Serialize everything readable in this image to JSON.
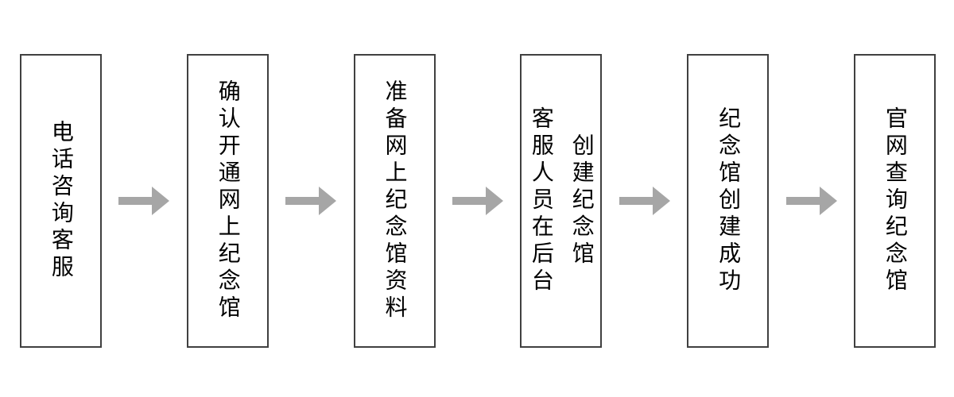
{
  "diagram": {
    "type": "flowchart",
    "direction": "left-to-right",
    "steps": [
      {
        "label": "电话咨询客服",
        "line1": "电话咨询客服",
        "line2": ""
      },
      {
        "label": "确认开通网上纪念馆",
        "line1": "确认开通网上纪念馆",
        "line2": ""
      },
      {
        "label": "准备网上纪念馆资料",
        "line1": "准备网上纪念馆资料",
        "line2": ""
      },
      {
        "label": "客服人员在后台创建纪念馆",
        "line1": "客服人员在后台",
        "line2": "创建纪念馆"
      },
      {
        "label": "纪念馆创建成功",
        "line1": "纪念馆创建成功",
        "line2": ""
      },
      {
        "label": "官网查询纪念馆",
        "line1": "官网查询纪念馆",
        "line2": ""
      }
    ]
  },
  "colors": {
    "box_border": "#404040",
    "arrow": "#a6a6a6",
    "text": "#000000",
    "background": "#ffffff"
  }
}
